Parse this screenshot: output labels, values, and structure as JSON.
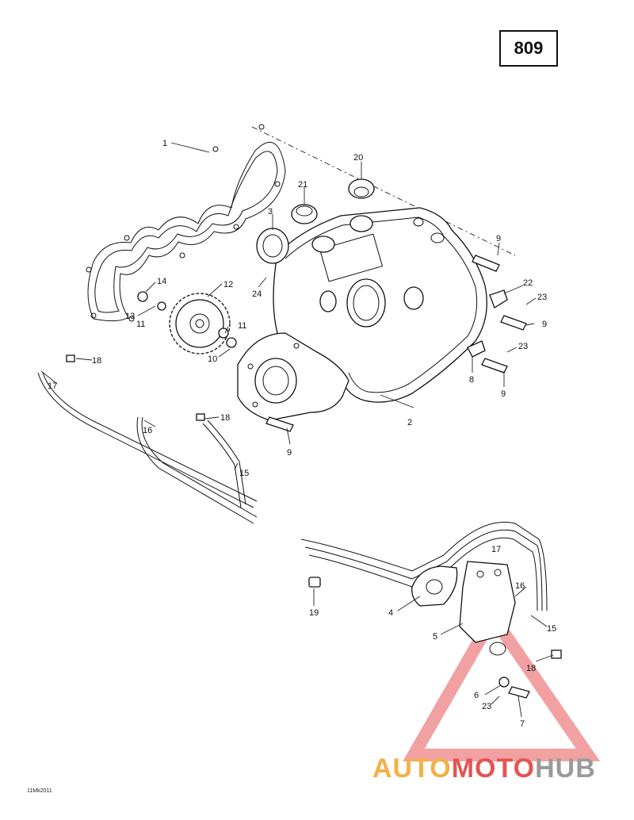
{
  "page_number": "809",
  "diagram_code": "11Mk2011",
  "watermark": {
    "part1": "AUTO",
    "part2": "MOTO",
    "part3": "HUB"
  },
  "callouts": [
    {
      "id": "c1",
      "label": "1"
    },
    {
      "id": "c2",
      "label": "2"
    },
    {
      "id": "c3",
      "label": "3"
    },
    {
      "id": "c4",
      "label": "4"
    },
    {
      "id": "c5",
      "label": "5"
    },
    {
      "id": "c6",
      "label": "6"
    },
    {
      "id": "c7",
      "label": "7"
    },
    {
      "id": "c8",
      "label": "8"
    },
    {
      "id": "c9a",
      "label": "9"
    },
    {
      "id": "c9b",
      "label": "9"
    },
    {
      "id": "c9c",
      "label": "9"
    },
    {
      "id": "c9d",
      "label": "9"
    },
    {
      "id": "c10",
      "label": "10"
    },
    {
      "id": "c11a",
      "label": "11"
    },
    {
      "id": "c11b",
      "label": "11"
    },
    {
      "id": "c12",
      "label": "12"
    },
    {
      "id": "c13",
      "label": "13"
    },
    {
      "id": "c14",
      "label": "14"
    },
    {
      "id": "c15a",
      "label": "15"
    },
    {
      "id": "c15b",
      "label": "15"
    },
    {
      "id": "c16a",
      "label": "16"
    },
    {
      "id": "c16b",
      "label": "16"
    },
    {
      "id": "c17a",
      "label": "17"
    },
    {
      "id": "c17b",
      "label": "17"
    },
    {
      "id": "c18a",
      "label": "18"
    },
    {
      "id": "c18b",
      "label": "18"
    },
    {
      "id": "c18c",
      "label": "18"
    },
    {
      "id": "c19",
      "label": "19"
    },
    {
      "id": "c20",
      "label": "20"
    },
    {
      "id": "c21",
      "label": "21"
    },
    {
      "id": "c22",
      "label": "22"
    },
    {
      "id": "c23a",
      "label": "23"
    },
    {
      "id": "c23b",
      "label": "23"
    },
    {
      "id": "c23c",
      "label": "23"
    },
    {
      "id": "c24",
      "label": "24"
    }
  ],
  "colors": {
    "line": "#111111",
    "watermark_red": "#e55353",
    "watermark_orange": "#f3b046",
    "watermark_gray": "#9a9a9a"
  }
}
